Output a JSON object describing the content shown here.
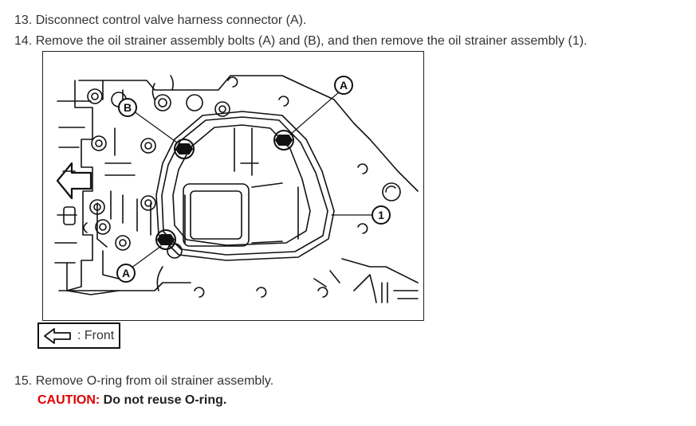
{
  "steps": [
    {
      "text": "13. Disconnect control valve harness connector (A)."
    },
    {
      "text": "14. Remove the oil strainer assembly bolts (A) and (B), and then remove the oil strainer assembly (1)."
    },
    {
      "text": "15. Remove O-ring from oil strainer assembly."
    }
  ],
  "caution": {
    "label": "CAUTION:",
    "text": "Do not reuse O-ring."
  },
  "figure": {
    "callouts": {
      "bolt_a_top": "A",
      "bolt_a_bottom": "A",
      "bolt_b": "B",
      "strainer": "1"
    }
  },
  "legend": {
    "icon": "front-arrow-icon",
    "text": ": Front"
  },
  "colors": {
    "caution": "#e00000",
    "text": "#333333"
  }
}
